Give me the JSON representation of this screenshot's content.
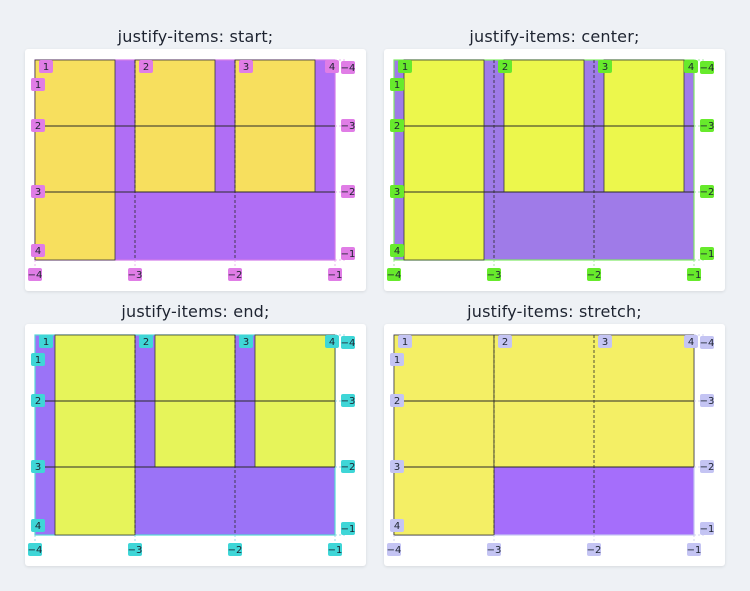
{
  "panels": [
    {
      "title": "justify-items: start;",
      "colors": {
        "container": "#b06ef5",
        "item": "#f7df5e",
        "badge": "#e07de6",
        "border": "#d27ae8",
        "dash": "#e99df0"
      }
    },
    {
      "title": "justify-items: center;",
      "colors": {
        "container": "#9f7be8",
        "item": "#ecf74c",
        "badge": "#67ea2c",
        "border": "#7fe865",
        "dash": "#8ee88a"
      }
    },
    {
      "title": "justify-items: end;",
      "colors": {
        "container": "#9b73f7",
        "item": "#e6f45a",
        "badge": "#3fd6d7",
        "border": "#56d8d5",
        "dash": "#7ed0e0"
      }
    },
    {
      "title": "justify-items: stretch;",
      "colors": {
        "container": "#a56efb",
        "item": "#f4ef65",
        "badge": "#c4c4f3",
        "border": "#c4c4f3",
        "dash": "#c9c9ee"
      }
    }
  ],
  "line_labels": {
    "top": [
      "1",
      "2",
      "3",
      "4"
    ],
    "bottom": [
      "−4",
      "−3",
      "−2",
      "−1"
    ],
    "left": [
      "1",
      "2",
      "3",
      "4"
    ],
    "right": [
      "−4",
      "−3",
      "−2",
      "−1"
    ]
  }
}
